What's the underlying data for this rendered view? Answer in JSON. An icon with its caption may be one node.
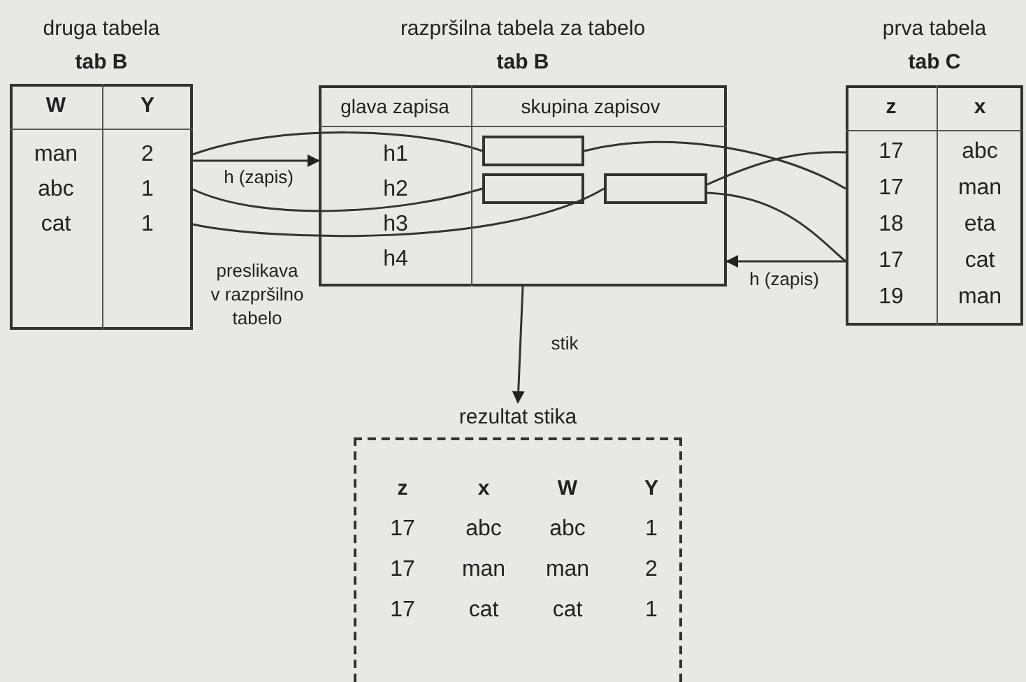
{
  "diagram": {
    "nodes": [
      {
        "text": [
          "druga tabela",
          "tab B",
          "W",
          "Y"
        ]
      },
      {
        "text": [
          "man",
          "2"
        ],
        "in": 0
      },
      {
        "text": [
          "abc",
          "1"
        ],
        "in": 0
      },
      {
        "text": [
          "cat",
          "1"
        ],
        "in": 0
      },
      {
        "text": [
          "razpršilna tabela za tabelo",
          "tab B",
          "glava zapisa",
          "skupina zapisov"
        ]
      },
      {
        "text": [
          "h1"
        ],
        "in": 4
      },
      {
        "text": [
          "h2"
        ],
        "in": 4
      },
      {
        "text": [
          "h3"
        ],
        "in": 4
      },
      {
        "text": [
          "h4"
        ],
        "in": 4
      },
      {
        "text": [],
        "shape": "box",
        "in": 4
      },
      {
        "text": [],
        "shape": "box",
        "in": 4
      },
      {
        "text": [],
        "shape": "box",
        "in": 4
      },
      {
        "text": [
          "prva tabela",
          "tab C",
          "z",
          "x"
        ]
      },
      {
        "text": [
          "17",
          "abc"
        ],
        "in": 12
      },
      {
        "text": [
          "17",
          "man"
        ],
        "in": 12
      },
      {
        "text": [
          "18",
          "eta"
        ],
        "in": 12
      },
      {
        "text": [
          "17",
          "cat"
        ],
        "in": 12
      },
      {
        "text": [
          "19",
          "man"
        ],
        "in": 12
      },
      {
        "text": [
          "rezultat stika",
          "z",
          "x",
          "W",
          "Y",
          "17",
          "abc",
          "abc",
          "1",
          "17",
          "man",
          "man",
          "2",
          "17",
          "cat",
          "cat",
          "1"
        ]
      }
    ],
    "edges": [
      {
        "from": 1,
        "to": 9,
        "arrow": "none"
      },
      {
        "from": 2,
        "to": 10,
        "arrow": "none"
      },
      {
        "from": 3,
        "to": 11,
        "arrow": "none"
      },
      {
        "from": 9,
        "to": 14,
        "arrow": "none"
      },
      {
        "from": 11,
        "to": 13,
        "arrow": "none"
      },
      {
        "from": 11,
        "to": 16,
        "arrow": "none"
      },
      {
        "from": 0,
        "to": 4,
        "arrow": "to",
        "label": "h (zapis)"
      },
      {
        "from": 12,
        "to": 4,
        "arrow": "to",
        "label": "h (zapis)"
      },
      {
        "from": 4,
        "to": 18,
        "arrow": "to",
        "label": "stik"
      }
    ],
    "labels": [
      "preslikava v razpršilno tabelo"
    ]
  }
}
